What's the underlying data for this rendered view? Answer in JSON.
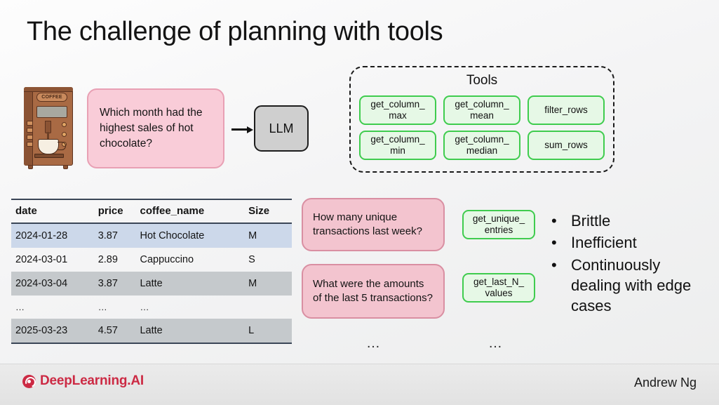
{
  "slide": {
    "title": "The challenge of planning with tools"
  },
  "illustration": {
    "machine_label": "COFFEE",
    "icon": "coffee-machine-icon"
  },
  "flow": {
    "user_question": "Which month had the highest sales of hot chocolate?",
    "arrow": "arrow-right-icon",
    "llm_label": "LLM"
  },
  "tools_panel": {
    "title": "Tools",
    "chips": [
      "get_column_\nmax",
      "get_column_\nmean",
      "filter_rows",
      "get_column_\nmin",
      "get_column_\nmedian",
      "sum_rows"
    ]
  },
  "table": {
    "columns": [
      "date",
      "price",
      "coffee_name",
      "Size"
    ],
    "rows": [
      {
        "date": "2024-01-28",
        "price": "3.87",
        "coffee_name": "Hot Chocolate",
        "size": "M",
        "style": "row-hl"
      },
      {
        "date": "2024-03-01",
        "price": "2.89",
        "coffee_name": "Cappuccino",
        "size": "S",
        "style": "row-plain"
      },
      {
        "date": "2024-03-04",
        "price": "3.87",
        "coffee_name": "Latte",
        "size": "M",
        "style": "row-gray"
      },
      {
        "date": "…",
        "price": "…",
        "coffee_name": "…",
        "size": "",
        "style": "row-plain"
      },
      {
        "date": "2025-03-23",
        "price": "4.57",
        "coffee_name": "Latte",
        "size": "L",
        "style": "row-gray"
      }
    ]
  },
  "examples": {
    "questions": [
      "How many unique transactions last week?",
      "What were the amounts of the last 5 transactions?"
    ],
    "tools": [
      "get_unique_\nentries",
      "get_last_N_\nvalues"
    ],
    "more_questions": "…",
    "more_tools": "…"
  },
  "drawbacks": {
    "bullet_marker": "•",
    "items": [
      "Brittle",
      "Inefficient",
      "Continuously dealing with edge cases"
    ]
  },
  "footer": {
    "brand": "DeepLearning.AI",
    "author": "Andrew Ng"
  },
  "colors": {
    "pink_fill": "#f9ccd8",
    "pink_border": "#e8a0b4",
    "green_fill": "#e6f8e6",
    "green_border": "#3fcc4e",
    "brand_red": "#cc2a44",
    "table_highlight": "#ccd8ea",
    "table_gray": "#c5c9cc",
    "llm_gray": "#cfcfcf"
  }
}
